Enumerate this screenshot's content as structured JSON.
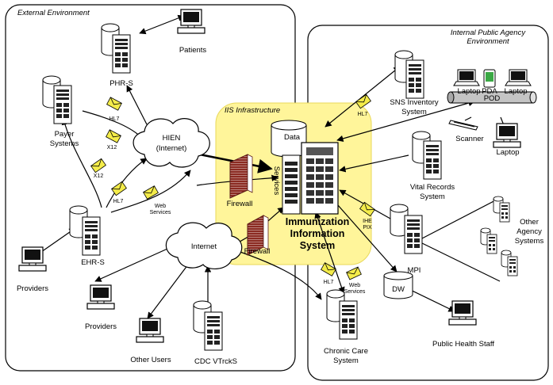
{
  "regions": {
    "external": "External Environment",
    "internal_line1": "Internal Public Agency",
    "internal_line2": "Environment",
    "iis": "IIS Infrastructure"
  },
  "nodes": {
    "patients": "Patients",
    "phr_s": "PHR-S",
    "payer_line1": "Payer",
    "payer_line2": "Systems",
    "hien_line1": "HIEN",
    "hien_line2": "(Internet)",
    "ehr_s": "EHR-S",
    "providers_left": "Providers",
    "internet": "Internet",
    "providers_bottom": "Providers",
    "other_users": "Other Users",
    "cdc": "CDC VTrckS",
    "firewall_top": "Firewall",
    "firewall_bottom": "Firewall",
    "data": "Data",
    "services": "Services",
    "iis_line1": "Immunization",
    "iis_line2": "Information",
    "iis_line3": "System",
    "sns_line1": "SNS Inventory",
    "sns_line2": "System",
    "laptop1": "Laptop",
    "pda": "PDA",
    "laptop2": "Laptop",
    "pod": "POD",
    "scanner": "Scanner",
    "laptop3": "Laptop",
    "vital_line1": "Vital Records",
    "vital_line2": "System",
    "other_line1": "Other",
    "other_line2": "Agency",
    "other_line3": "Systems",
    "mpi": "MPI",
    "dw": "DW",
    "public_health": "Public Health Staff",
    "chronic_line1": "Chronic Care",
    "chronic_line2": "System"
  },
  "messages": {
    "hl7_1": "HL7",
    "x12_1": "X12",
    "x12_2": "X12",
    "hl7_2": "HL7",
    "web_line1": "Web",
    "web_line2": "Services",
    "hl7_sns": "HL7",
    "ihe_line1": "IHE",
    "ihe_line2": "PIX",
    "hl7_cc": "HL7",
    "web2_line1": "Web",
    "web2_line2": "Services"
  },
  "colors": {
    "iis_highlight": "#fff59a",
    "envelope": "#f4ec4a",
    "pda_screen": "#3aa844",
    "pod_bar": "#c4c4c4"
  }
}
